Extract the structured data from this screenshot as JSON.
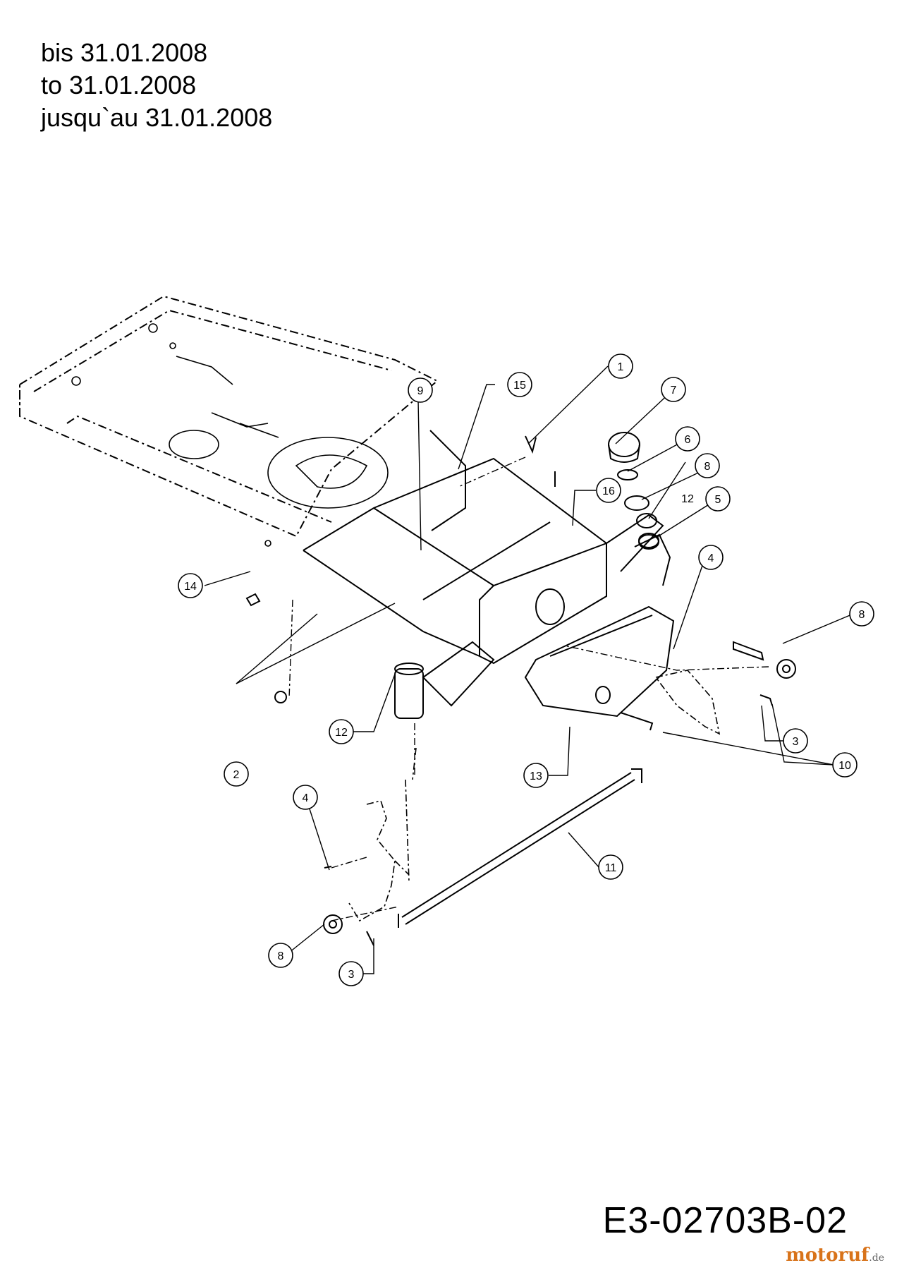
{
  "header": {
    "line_de": "bis 31.01.2008",
    "line_en": "to 31.01.2008",
    "line_fr": "jusqu`au 31.01.2008"
  },
  "drawing_code": "E3-02703B-02",
  "watermark": {
    "brand": "motoruf",
    "tld": ".de",
    "color_primary": "#d8731a",
    "color_secondary": "#5a6fb0"
  },
  "callouts": [
    "1",
    "2",
    "3",
    "4",
    "5",
    "6",
    "7",
    "8",
    "9",
    "10",
    "11",
    "12",
    "13",
    "14",
    "15",
    "16"
  ]
}
